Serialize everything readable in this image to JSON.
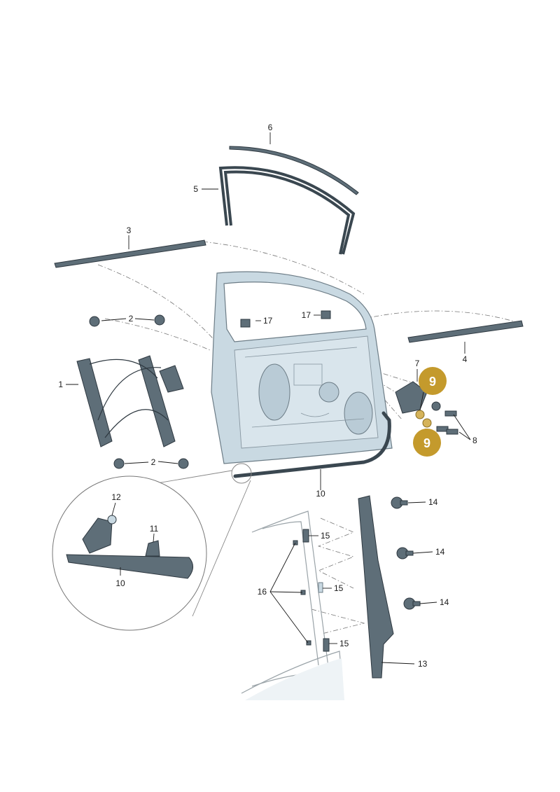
{
  "diagram": {
    "callouts": {
      "p1": "1",
      "p2a": "2",
      "p2b": "2",
      "p3": "3",
      "p4": "4",
      "p5": "5",
      "p6": "6",
      "p7": "7",
      "p8": "8",
      "p10a": "10",
      "p10b": "10",
      "p11": "11",
      "p12": "12",
      "p13": "13",
      "p14a": "14",
      "p14b": "14",
      "p14c": "14",
      "p15a": "15",
      "p15b": "15",
      "p15c": "15",
      "p16": "16",
      "p17a": "17",
      "p17b": "17"
    },
    "highlight": {
      "badge1": "9",
      "badge2": "9",
      "color": "#c49a2c"
    },
    "colors": {
      "door_panel": "#c9d9e2",
      "parts": "#5e6e78"
    }
  }
}
